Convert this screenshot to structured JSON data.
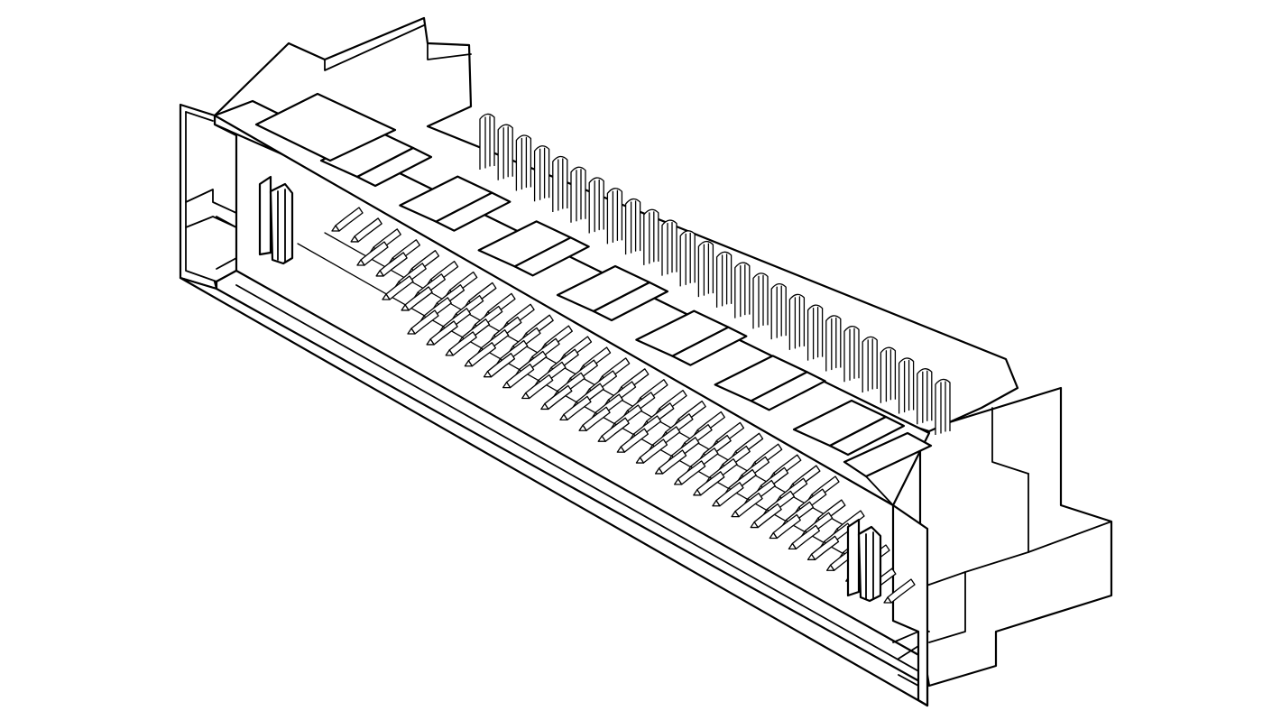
{
  "drawing": {
    "subject": "",
    "rear_pin_pairs": 26,
    "front_pin_rows": 4,
    "front_pins_per_row": 26,
    "top_window_count": 7,
    "line_color": "#000000",
    "background_color": "#ffffff"
  }
}
